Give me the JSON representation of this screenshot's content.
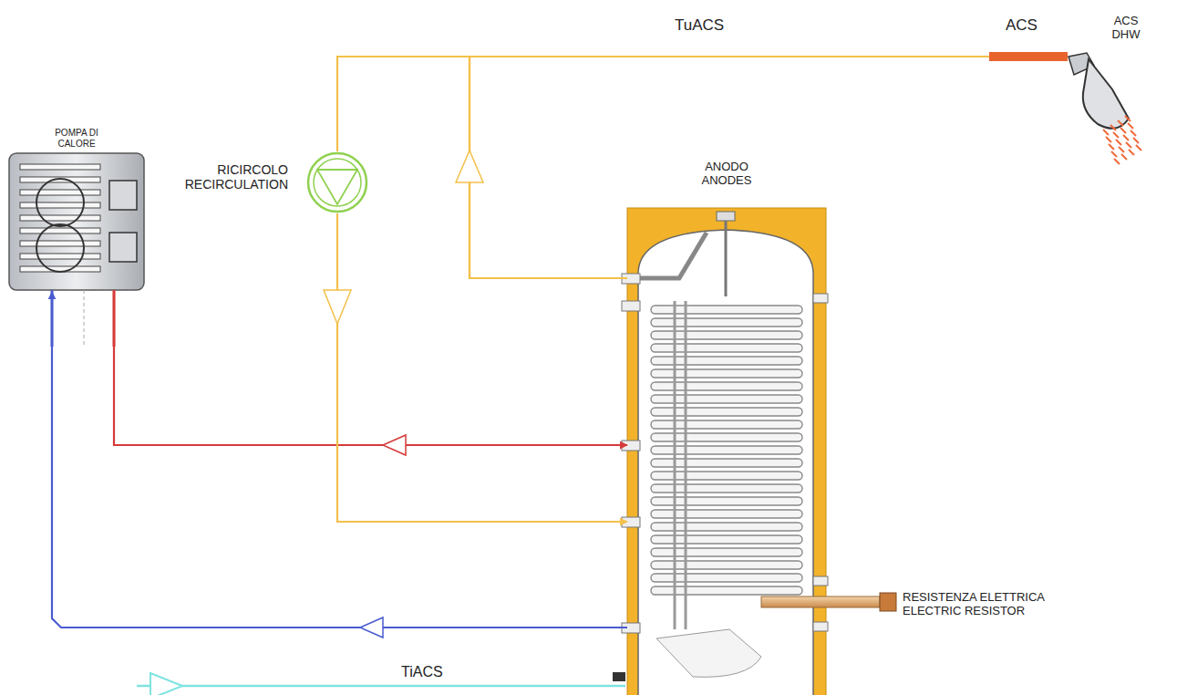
{
  "diagram": {
    "nodes": [
      {
        "text": [
          "POMPA DI CALORE"
        ]
      },
      {
        "text": [
          "RICIRCOLO RECIRCULATION"
        ]
      },
      {
        "text": [
          "ANODO ANODES"
        ]
      },
      {
        "text": [
          "ACS DHW"
        ]
      }
    ],
    "edges": [
      {
        "from": 0,
        "to": 2,
        "arrow": "to"
      },
      {
        "from": 2,
        "to": 0,
        "arrow": "to"
      },
      {
        "from": 2,
        "to": 3,
        "arrow": "to"
      },
      {
        "from": 1,
        "to": 2,
        "arrow": "to"
      },
      {
        "from": 2,
        "to": 1,
        "arrow": "none"
      }
    ],
    "labels": [
      "TuACS",
      "ACS",
      "RESISTENZA ELETTRICA ELECTRIC RESISTOR",
      "TiACS"
    ]
  }
}
